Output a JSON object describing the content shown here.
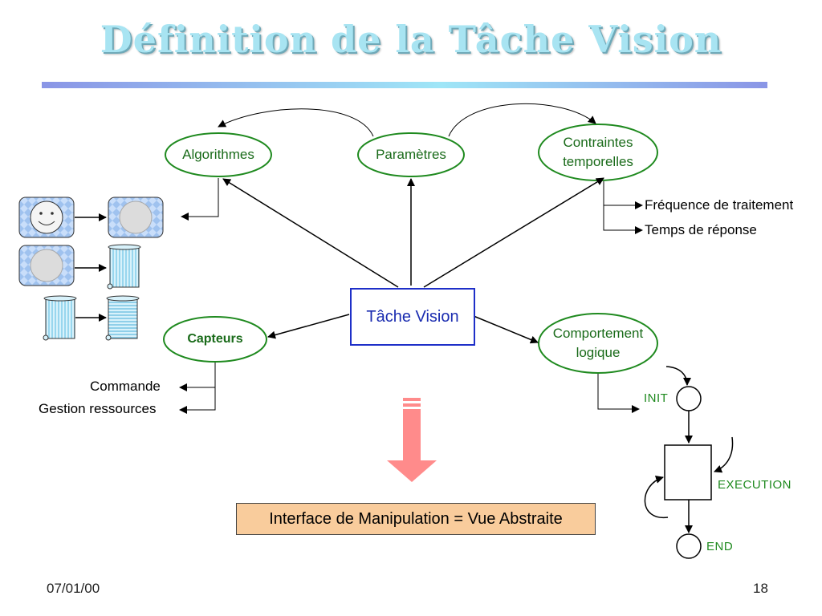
{
  "slide": {
    "title": "Définition de la Tâche Vision",
    "date": "07/01/00",
    "page_number": "18"
  },
  "diagram": {
    "center_node": "Tâche Vision",
    "nodes": {
      "algorithmes": "Algorithmes",
      "parametres": "Paramètres",
      "contraintes_line1": "Contraintes",
      "contraintes_line2": "temporelles",
      "capteurs": "Capteurs",
      "comportement_line1": "Comportement",
      "comportement_line2": "logique"
    },
    "branches": {
      "frequence": "Fréquence de traitement",
      "temps": "Temps de réponse",
      "commande": "Commande",
      "gestion": "Gestion ressources"
    },
    "state_machine": {
      "init": "INIT",
      "execution": "EXECUTION",
      "end": "END"
    },
    "result_box": "Interface de Manipulation = Vue Abstraite"
  },
  "colors": {
    "title": "#a8e4f2",
    "node_green": "#1a6b1a",
    "center_blue": "#1e2fc8",
    "result_box": "#f9cc9c",
    "down_arrow": "#ff8b8b"
  }
}
